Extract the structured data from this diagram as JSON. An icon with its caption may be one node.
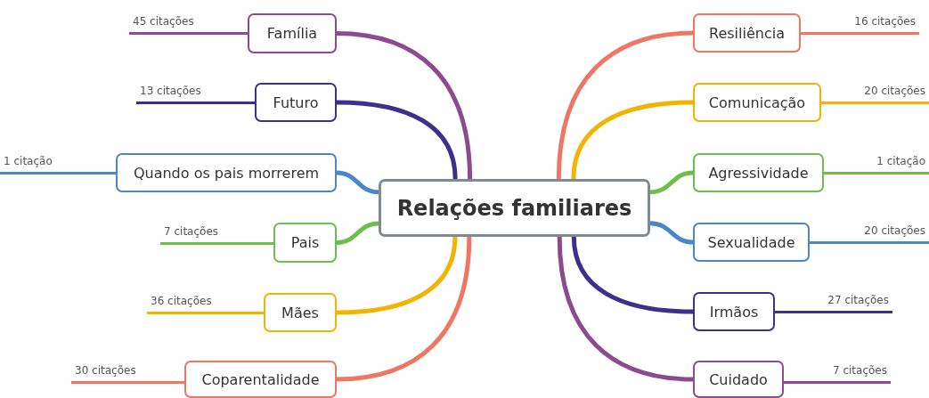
{
  "diagram": {
    "nodes": [
      {
        "text": [
          "Relações familiares"
        ]
      },
      {
        "text": [
          "Família"
        ]
      },
      {
        "text": [
          "Futuro"
        ]
      },
      {
        "text": [
          "Quando os pais morrerem"
        ]
      },
      {
        "text": [
          "Pais"
        ]
      },
      {
        "text": [
          "Mães"
        ]
      },
      {
        "text": [
          "Coparentalidade"
        ]
      },
      {
        "text": [
          "Resiliência"
        ]
      },
      {
        "text": [
          "Comunicação"
        ]
      },
      {
        "text": [
          "Agressividade"
        ]
      },
      {
        "text": [
          "Sexualidade"
        ]
      },
      {
        "text": [
          "Irmãos"
        ]
      },
      {
        "text": [
          "Cuidado"
        ]
      },
      {
        "text": [
          "45 citações"
        ]
      },
      {
        "text": [
          "13 citações"
        ]
      },
      {
        "text": [
          "1 citação"
        ]
      },
      {
        "text": [
          "7 citações"
        ]
      },
      {
        "text": [
          "36 citações"
        ]
      },
      {
        "text": [
          "30 citações"
        ]
      },
      {
        "text": [
          "16 citações"
        ]
      },
      {
        "text": [
          "20 citações"
        ]
      },
      {
        "text": [
          "1 citação"
        ]
      },
      {
        "text": [
          "20 citações"
        ]
      },
      {
        "text": [
          "27 citações"
        ]
      },
      {
        "text": [
          "7 citações"
        ]
      }
    ],
    "edges": [
      {
        "from": 0,
        "to": 1,
        "arrow": "none",
        "color": "#8e4a8e"
      },
      {
        "from": 0,
        "to": 2,
        "arrow": "none",
        "color": "#3d2f8c"
      },
      {
        "from": 0,
        "to": 3,
        "arrow": "none",
        "color": "#4a86c8"
      },
      {
        "from": 0,
        "to": 4,
        "arrow": "none",
        "color": "#6cbf4a"
      },
      {
        "from": 0,
        "to": 5,
        "arrow": "none",
        "color": "#f2b400"
      },
      {
        "from": 0,
        "to": 6,
        "arrow": "none",
        "color": "#f07562"
      },
      {
        "from": 0,
        "to": 7,
        "arrow": "none",
        "color": "#f07562"
      },
      {
        "from": 0,
        "to": 8,
        "arrow": "none",
        "color": "#f2b400"
      },
      {
        "from": 0,
        "to": 9,
        "arrow": "none",
        "color": "#6cbf4a"
      },
      {
        "from": 0,
        "to": 10,
        "arrow": "none",
        "color": "#4a86c8"
      },
      {
        "from": 0,
        "to": 11,
        "arrow": "none",
        "color": "#3d2f8c"
      },
      {
        "from": 0,
        "to": 12,
        "arrow": "none",
        "color": "#8e4a8e"
      },
      {
        "from": 1,
        "to": 13,
        "arrow": "none",
        "color": "#8e4a8e"
      },
      {
        "from": 2,
        "to": 14,
        "arrow": "none",
        "color": "#3d2f8c"
      },
      {
        "from": 3,
        "to": 15,
        "arrow": "none",
        "color": "#4a86c8"
      },
      {
        "from": 4,
        "to": 16,
        "arrow": "none",
        "color": "#6cbf4a"
      },
      {
        "from": 5,
        "to": 17,
        "arrow": "none",
        "color": "#f2b400"
      },
      {
        "from": 6,
        "to": 18,
        "arrow": "none",
        "color": "#f07562"
      },
      {
        "from": 7,
        "to": 19,
        "arrow": "none",
        "color": "#f07562"
      },
      {
        "from": 8,
        "to": 20,
        "arrow": "none",
        "color": "#f2b400"
      },
      {
        "from": 9,
        "to": 21,
        "arrow": "none",
        "color": "#6cbf4a"
      },
      {
        "from": 10,
        "to": 22,
        "arrow": "none",
        "color": "#4a86c8"
      },
      {
        "from": 11,
        "to": 23,
        "arrow": "none",
        "color": "#3d2f8c"
      },
      {
        "from": 12,
        "to": 24,
        "arrow": "none",
        "color": "#8e4a8e"
      }
    ]
  }
}
